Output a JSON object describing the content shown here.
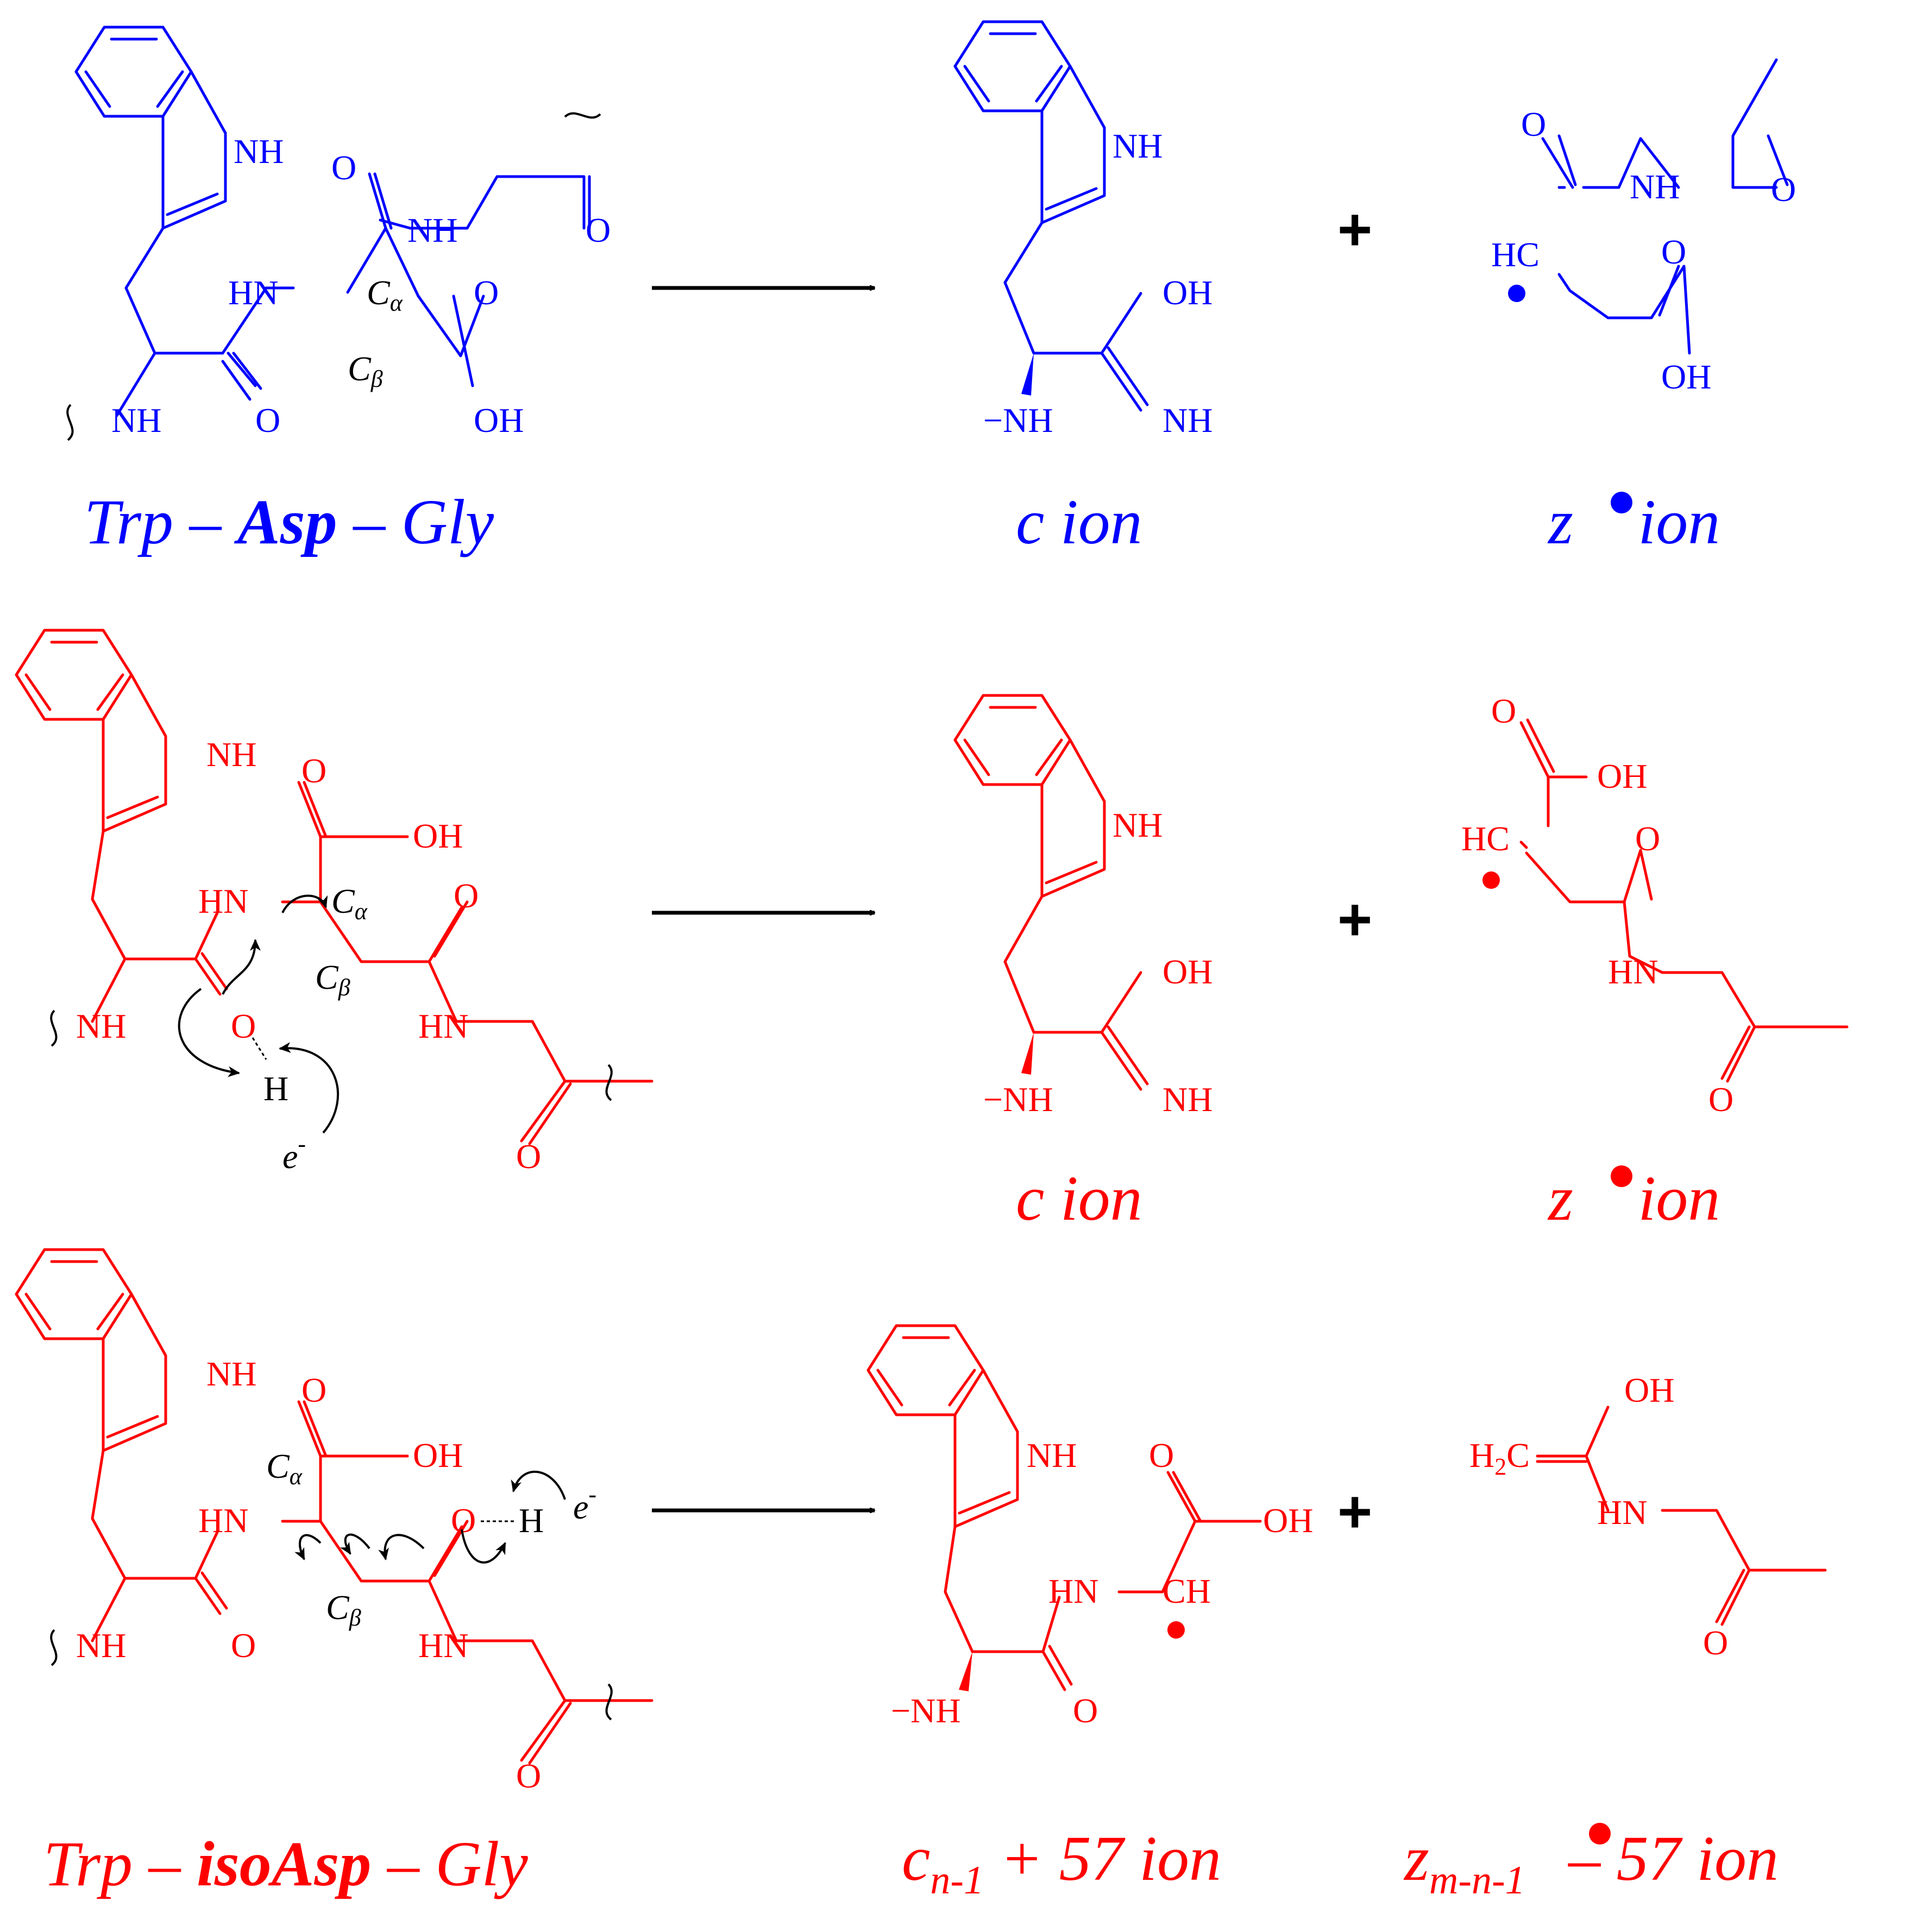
{
  "colors": {
    "blue": "#0000ff",
    "red": "#ff0000",
    "black": "#000000"
  },
  "atoms": {
    "NH": "NH",
    "HN": "HN",
    "O": "O",
    "OH": "OH",
    "H": "H",
    "HC": "HC",
    "CH": "CH",
    "minus_NH": "−NH",
    "C": "C",
    "alpha": "α",
    "beta": "β",
    "electron": "e",
    "minus": "-",
    "H2C_H": "H",
    "H2C_2": "2",
    "H2C_C": "C"
  },
  "row1": {
    "reactant_caption": {
      "a": "Trp – ",
      "b": "Asp",
      "c": " – Gly"
    },
    "product1_caption": "c ion",
    "product2_caption": {
      "a": "z",
      "b": " ion"
    },
    "plus": "+"
  },
  "row2": {
    "product1_caption": "c ion",
    "product2_caption": {
      "a": "z",
      "b": " ion"
    },
    "plus": "+"
  },
  "row3": {
    "reactant_caption": {
      "a": "Trp – ",
      "b": "isoAsp",
      "c": " – Gly"
    },
    "product1_caption": {
      "a": "c",
      "sub": "n-1",
      "b": " + 57 ion"
    },
    "product2_caption": {
      "a": "z",
      "sub": "m-n-1",
      "b": " – 57 ion"
    },
    "plus": "+"
  }
}
